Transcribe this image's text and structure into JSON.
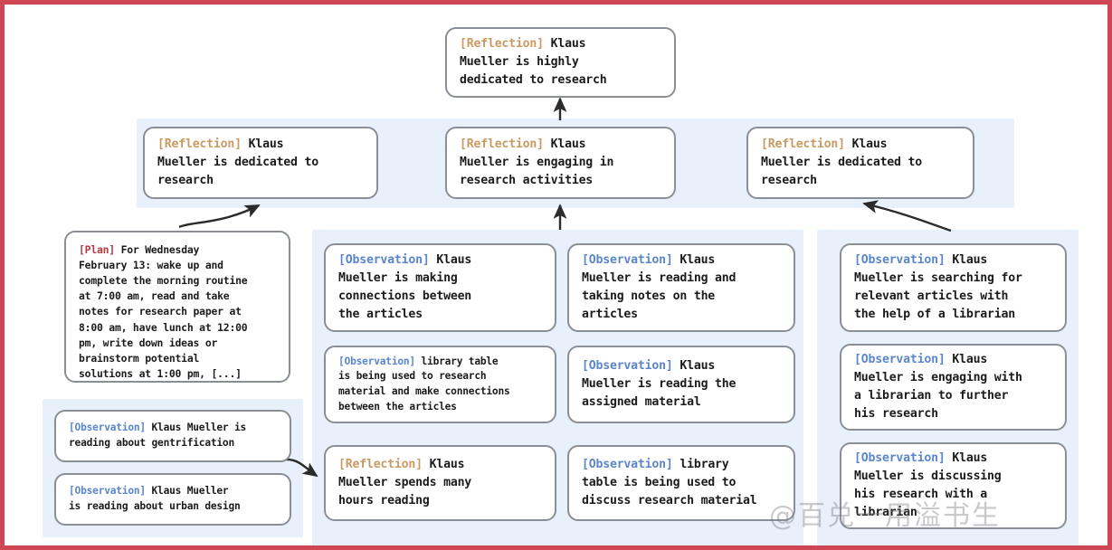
{
  "diagram": {
    "title": "Generative agent memory reflection tree",
    "colors": {
      "panel_background": "#e8f0fb",
      "node_border": "#8a8f96",
      "node_background": "#ffffff",
      "tag_reflection": "#c99a63",
      "tag_observation": "#5b86cc",
      "tag_plan": "#b3393f",
      "frame_border": "#cf4655",
      "arrow": "#2b2b2b"
    },
    "watermark": "@百兑一用溢书生"
  },
  "nodes": {
    "root_reflection": {
      "tag": "[Reflection]",
      "tag_type": "reflection",
      "text": " Klaus\nMueller is highly\ndedicated to research"
    },
    "mid_reflection_left": {
      "tag": "[Reflection]",
      "tag_type": "reflection",
      "text": " Klaus\nMueller is dedicated to\nresearch"
    },
    "mid_reflection_center": {
      "tag": "[Reflection]",
      "tag_type": "reflection",
      "text": " Klaus\nMueller is engaging in\nresearch activities"
    },
    "mid_reflection_right": {
      "tag": "[Reflection]",
      "tag_type": "reflection",
      "text": " Klaus\nMueller is dedicated to\nresearch"
    },
    "plan": {
      "tag": "[Plan]",
      "tag_type": "plan",
      "text": " For Wednesday\nFebruary 13: wake up and\ncomplete the morning routine\nat 7:00 am, read and take\nnotes for research paper at\n8:00 am, have lunch at 12:00\npm, write down ideas or\nbrainstorm potential\nsolutions at 1:00 pm, [...]"
    },
    "obs_left_gentrification": {
      "tag": "[Observation]",
      "tag_type": "observation",
      "text": " Klaus Mueller is\nreading about gentrification"
    },
    "obs_left_urban_design": {
      "tag": "[Observation]",
      "tag_type": "observation",
      "text": " Klaus Mueller\nis reading about urban design"
    },
    "col1_obs_connections": {
      "tag": "[Observation]",
      "tag_type": "observation",
      "text": " Klaus\nMueller is making\nconnections between\nthe articles"
    },
    "col1_obs_library_table": {
      "tag": "[Observation]",
      "tag_type": "observation",
      "text": " library table\nis being used to research\nmaterial and make connections\nbetween the articles"
    },
    "col1_reflection_hours": {
      "tag": "[Reflection]",
      "tag_type": "reflection",
      "text": " Klaus\nMueller spends many\nhours reading"
    },
    "col2_obs_reading_notes": {
      "tag": "[Observation]",
      "tag_type": "observation",
      "text": " Klaus\nMueller is reading and\ntaking notes on the\narticles"
    },
    "col2_obs_assigned": {
      "tag": "[Observation]",
      "tag_type": "observation",
      "text": " Klaus\nMueller is reading the\nassigned material"
    },
    "col2_obs_discuss": {
      "tag": "[Observation]",
      "tag_type": "observation",
      "text": " library\ntable is being used to\ndiscuss research material"
    },
    "col3_obs_searching": {
      "tag": "[Observation]",
      "tag_type": "observation",
      "text": " Klaus\nMueller is searching for\nrelevant articles with\nthe help of a librarian"
    },
    "col3_obs_engaging": {
      "tag": "[Observation]",
      "tag_type": "observation",
      "text": " Klaus\nMueller is engaging with\na librarian to further\nhis research"
    },
    "col3_obs_discussing": {
      "tag": "[Observation]",
      "tag_type": "observation",
      "text": " Klaus\nMueller is discussing\nhis research with a\nlibrarian"
    }
  }
}
